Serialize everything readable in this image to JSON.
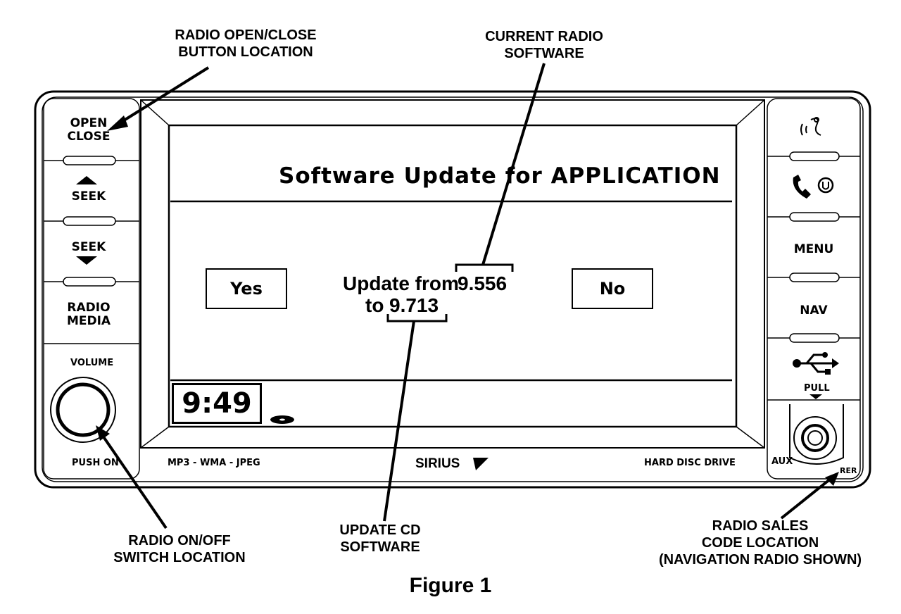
{
  "callouts": {
    "open_close": "RADIO OPEN/CLOSE\nBUTTON LOCATION",
    "current_software": "CURRENT RADIO\nSOFTWARE",
    "on_off": "RADIO ON/OFF\nSWITCH LOCATION",
    "update_cd": "UPDATE CD\nSOFTWARE",
    "sales_code": "RADIO SALES\nCODE LOCATION\n(NAVIGATION RADIO SHOWN)"
  },
  "left_buttons": {
    "open_close": "OPEN\nCLOSE",
    "seek_up": "SEEK",
    "seek_down": "SEEK",
    "radio_media": "RADIO\nMEDIA",
    "volume": "VOLUME",
    "push_on": "PUSH ON"
  },
  "right_buttons": {
    "menu": "MENU",
    "nav": "NAV",
    "pull": "PULL",
    "aux": "AUX",
    "rer": "RER"
  },
  "bezel": {
    "formats": "MP3 - WMA - JPEG",
    "brand": "SIRIUS",
    "drive": "HARD DISC DRIVE"
  },
  "screen": {
    "title": "Software Update for APPLICATION",
    "yes": "Yes",
    "no": "No",
    "update_from_label": "Update from",
    "current_version": "9.556",
    "to_label": "to",
    "new_version": "9.713",
    "clock": "9:49"
  },
  "figure_caption": "Figure 1",
  "icons": [
    "voice-command-icon",
    "phone-icon",
    "usb-icon",
    "seek-up-arrow-icon",
    "seek-down-arrow-icon",
    "disc-icon"
  ]
}
